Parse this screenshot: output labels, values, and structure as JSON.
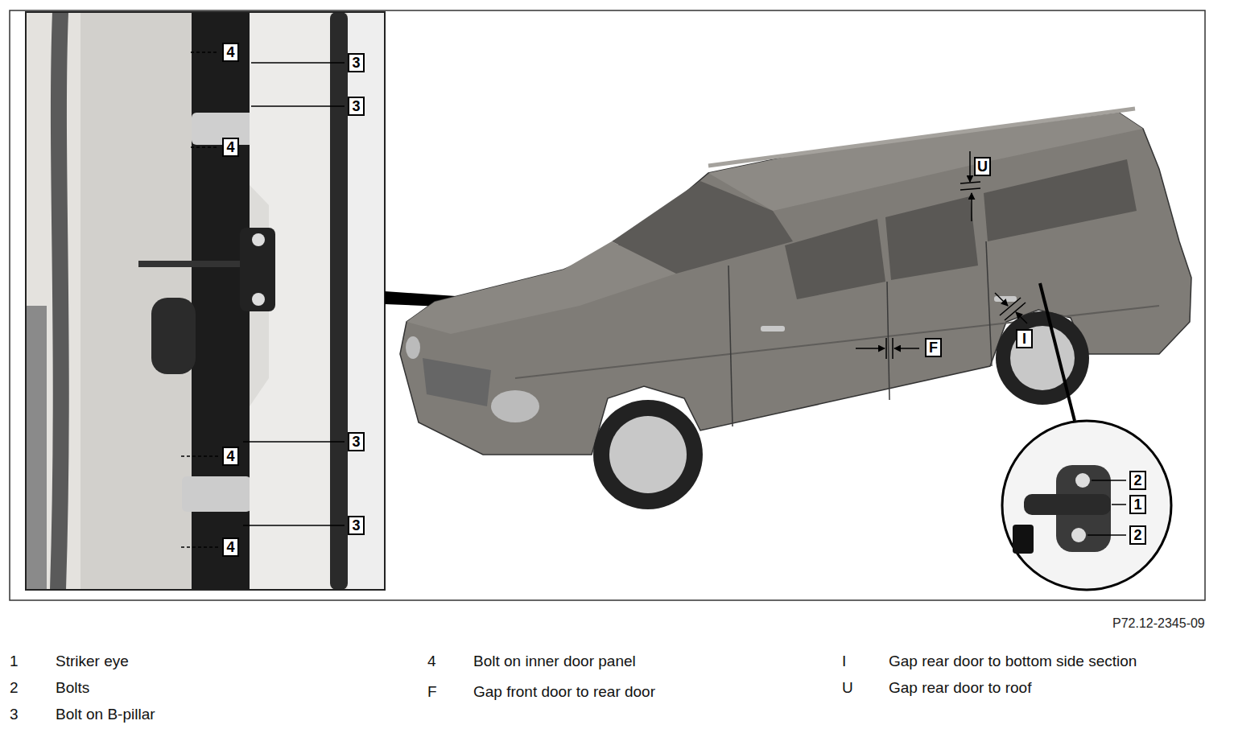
{
  "diagram": {
    "nodes": [
      {
        "text": [
          "4"
        ]
      },
      {
        "text": [
          "3"
        ]
      },
      {
        "text": [
          "3"
        ]
      },
      {
        "text": [
          "4"
        ]
      },
      {
        "text": [
          "3"
        ]
      },
      {
        "text": [
          "4"
        ]
      },
      {
        "text": [
          "3"
        ]
      },
      {
        "text": [
          "4"
        ]
      },
      {
        "text": [
          "U"
        ]
      },
      {
        "text": [
          "I"
        ]
      },
      {
        "text": [
          "F"
        ]
      },
      {
        "text": [
          "2"
        ]
      },
      {
        "text": [
          "1"
        ]
      },
      {
        "text": [
          "2"
        ]
      }
    ],
    "labels": [
      "P72.12-2345-09",
      "1",
      "Striker eye",
      "2",
      "Bolts",
      "3",
      "Bolt on B-pillar",
      "4",
      "Bolt on inner door panel",
      "F",
      "Gap front door to rear door",
      "I",
      "Gap rear door to bottom side section",
      "U",
      "Gap rear door to roof"
    ]
  }
}
